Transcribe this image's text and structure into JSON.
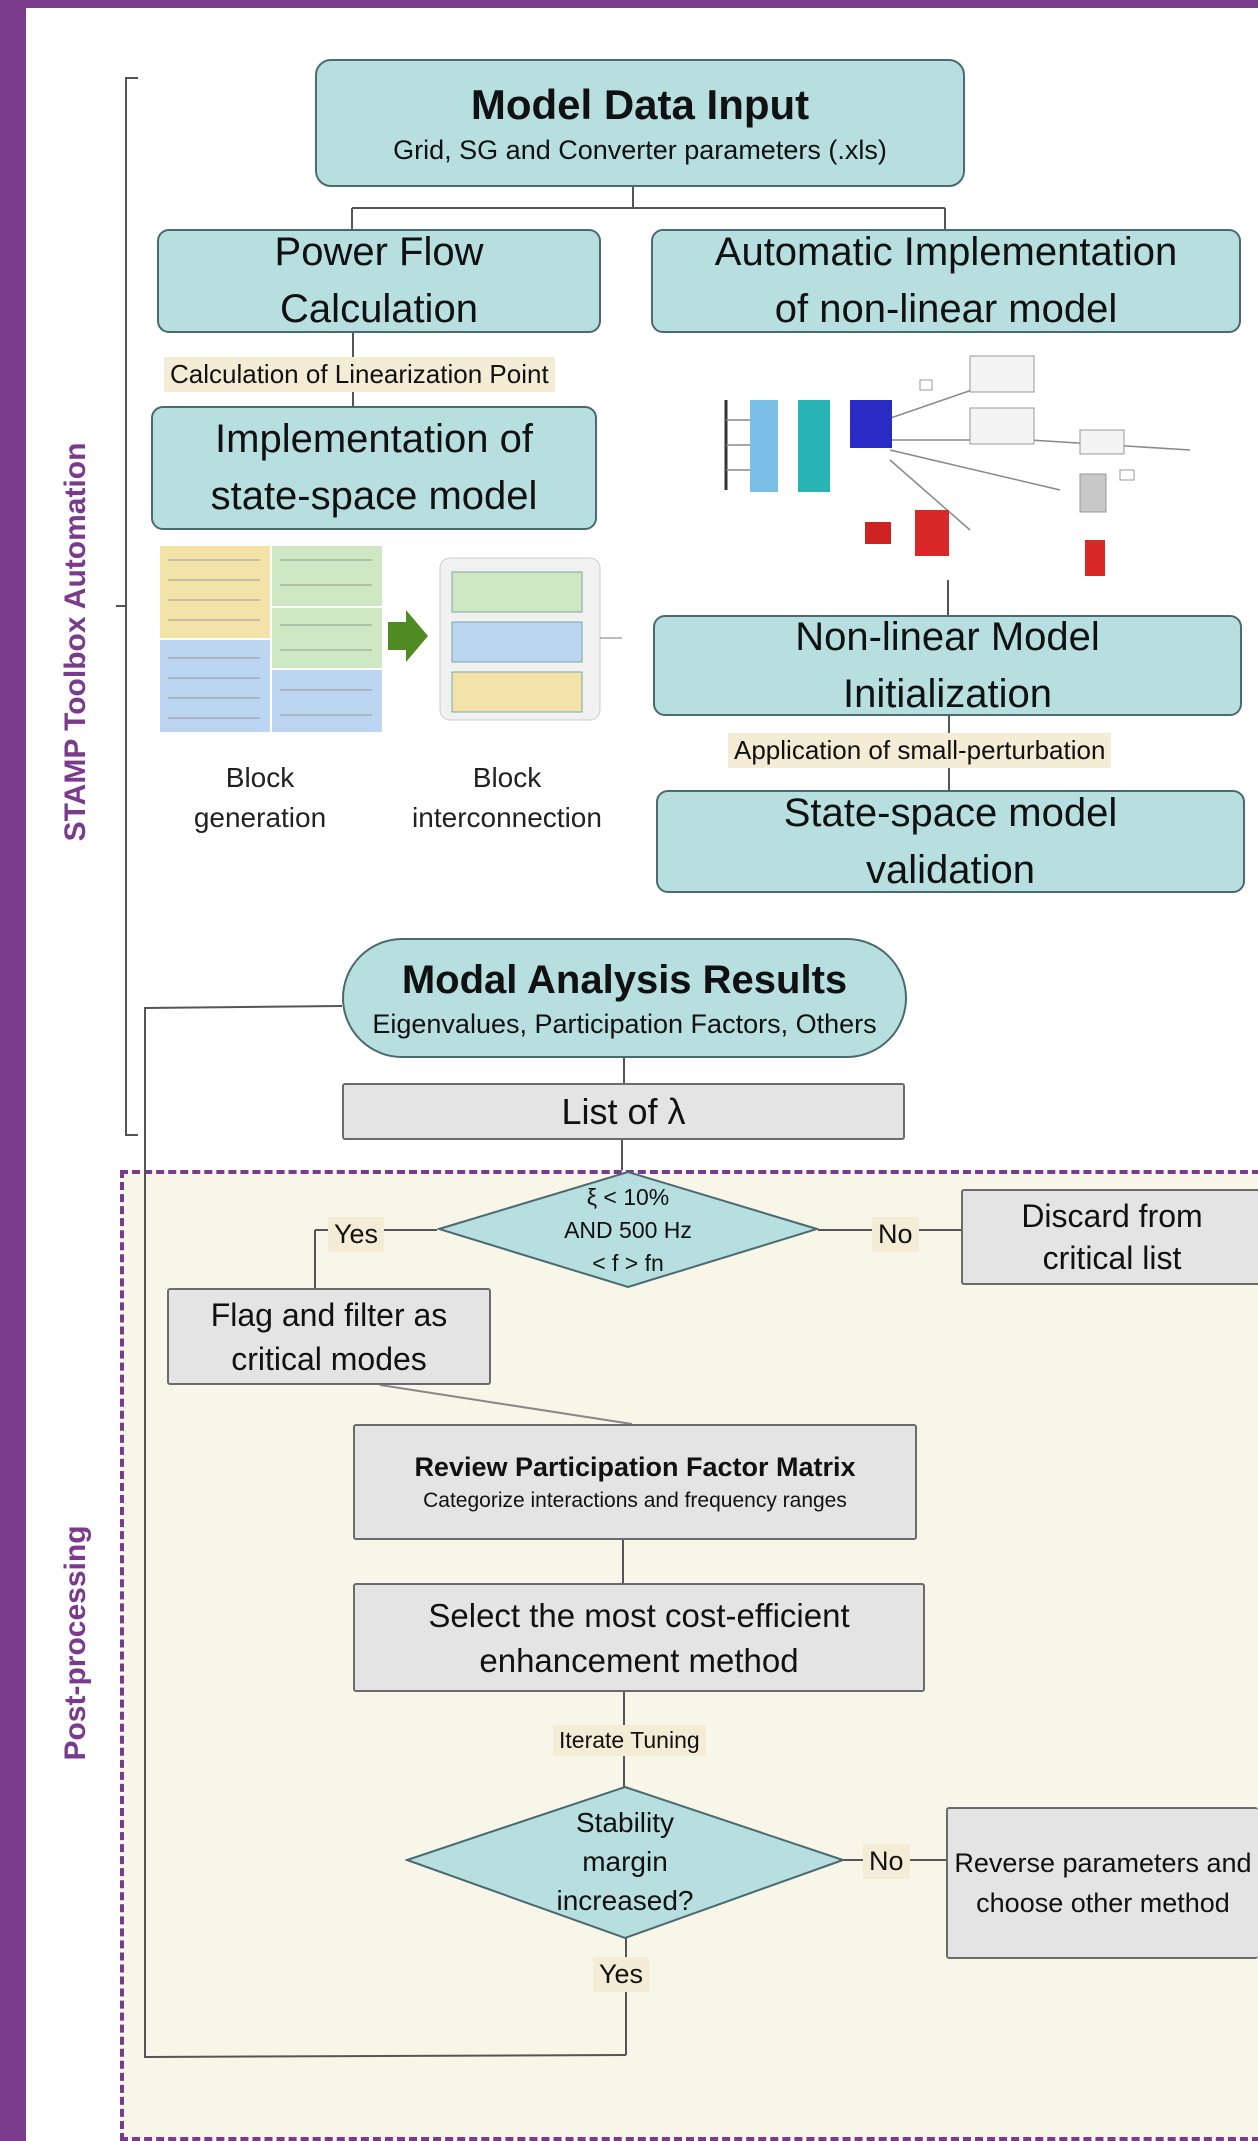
{
  "side_labels": {
    "automation": "STAMP Toolbox Automation",
    "postprocessing": "Post-processing"
  },
  "model_input": {
    "title": "Model Data Input",
    "subtitle": "Grid, SG and Converter parameters (.xls)"
  },
  "power_flow": {
    "line1": "Power Flow",
    "line2": "Calculation"
  },
  "auto_impl": {
    "line1": "Automatic Implementation",
    "line2": "of non-linear model"
  },
  "linearization_label": "Calculation of Linearization Point",
  "state_space_impl": {
    "line1": "Implementation of",
    "line2": "state-space model"
  },
  "block_captions": {
    "generation_1": "Block",
    "generation_2": "generation",
    "interconnection_1": "Block",
    "interconnection_2": "interconnection"
  },
  "nonlinear_init": {
    "line1": "Non-linear Model",
    "line2": "Initialization"
  },
  "perturbation_label": "Application of small-perturbation",
  "validation": {
    "line1": "State-space model",
    "line2": "validation"
  },
  "modal_results": {
    "title": "Modal Analysis Results",
    "subtitle": "Eigenvalues, Participation Factors, Others"
  },
  "lambda_list": "List of λ",
  "decision1": {
    "line1": "ξ < 10%",
    "line2": "AND   500 Hz",
    "line3": "< f > fn",
    "yes": "Yes",
    "no": "No"
  },
  "discard": {
    "line1": "Discard from",
    "line2": "critical list"
  },
  "flag": {
    "line1": "Flag and filter as",
    "line2": "critical modes"
  },
  "review": {
    "title": "Review Participation Factor Matrix",
    "subtitle": "Categorize interactions and frequency ranges"
  },
  "select": {
    "line1": "Select the most cost-efficient",
    "line2": "enhancement method"
  },
  "iterate_label": "Iterate Tuning",
  "decision2": {
    "line1": "Stability",
    "line2": "margin",
    "line3": "increased?",
    "yes": "Yes",
    "no": "No"
  },
  "reverse": {
    "line1": "Reverse parameters and",
    "line2": "choose other method"
  },
  "colors": {
    "frame": "#7a3b8c",
    "teal_box": "#b7dfe0",
    "grey_box": "#e4e4e4",
    "label_bg": "#f4ecd4",
    "post_bg": "#f8f5e9"
  }
}
